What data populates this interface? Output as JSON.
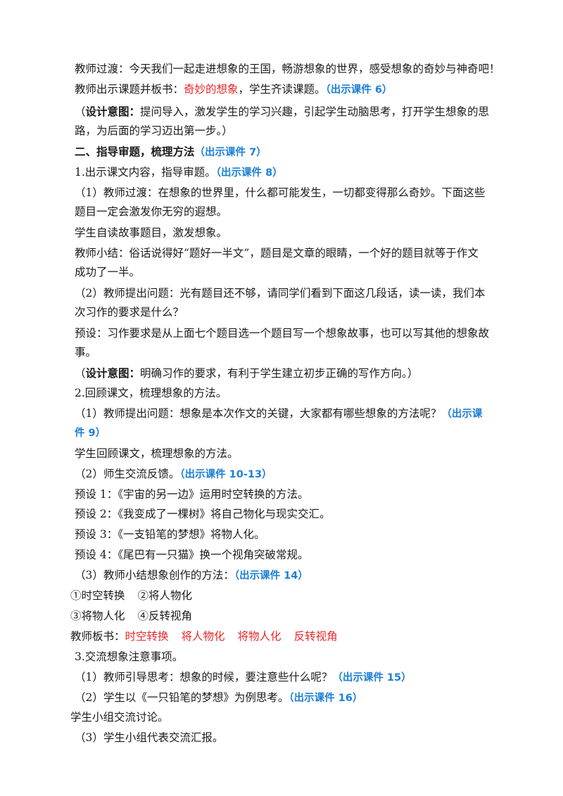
{
  "lines": {
    "l1": "教师过渡：今天我们一起走进想象的王国，畅游想象的世界，感受想象的奇妙与神奇吧！",
    "l2a": "教师出示课题并板书：",
    "l2b": "奇妙的想象",
    "l2c": "，学生齐读课题。",
    "l2d": "（出示课件 6）",
    "l3a": "（",
    "l3b": "设计意图：",
    "l3c": "提问导入，激发学生的学习兴趣，引起学生动脑思考，打开学生想象的思",
    "l4": "路，为后面的学习迈出第一步。）",
    "l5a": "二、指导审题，梳理方法",
    "l5b": "（出示课件 7）",
    "l6a": "1.出示课文内容，指导审题。",
    "l6b": "（出示课件 8）",
    "l7": "（1）教师过渡：在想象的世界里，什么都可能发生，一切都变得那么奇妙。下面这些",
    "l8": "题目一定会激发你无穷的遐想。",
    "l9": "学生自读故事题目，激发想象。",
    "l10": "教师小结：俗话说得好“题好一半文”，题目是文章的眼睛，一个好的题目就等于作文",
    "l11": "成功了一半。",
    "l12": "（2）教师提出问题：光有题目还不够，请同学们看到下面这几段话，读一读，我们本",
    "l13": "次习作的要求是什么？",
    "l14": "预设：习作要求是从上面七个题目选一个题目写一个想象故事，也可以写其他的想象故",
    "l15": "事。",
    "l16a": "（",
    "l16b": "设计意图：",
    "l16c": "明确习作的要求，有利于学生建立初步正确的写作方向。）",
    "l17": "2.回顾课文，梳理想象的方法。",
    "l18a": "（1）教师提出问题：想象是本次作文的关键，大家都有哪些想象的方法呢？",
    "l18b": "（出示课",
    "l19": "件 9）",
    "l20": "学生回顾课文，梳理想象的方法。",
    "l21a": "（2）师生交流反馈。",
    "l21b": "（出示课件 10-13）",
    "l22": "预设 1：《宇宙的另一边》运用时空转换的方法。",
    "l23": "预设 2：《我变成了一棵树》将自己物化与现实交汇。",
    "l24": "预设 3：《一支铅笔的梦想》将物人化。",
    "l25": "预设 4：《尾巴有一只猫》换一个视角突破常规。",
    "l26a": "（3）教师小结想象创作的方法：",
    "l26b": "（出示课件 14）",
    "l27a": "①时空转换",
    "l27b": "②将人物化",
    "l28a": "③将物人化",
    "l28b": "④反转视角",
    "l29a": "教师板书：",
    "l29b": "时空转换",
    "l29c": "将人物化",
    "l29d": "将物人化",
    "l29e": "反转视角",
    "l30": "3.交流想象注意事项。",
    "l31a": "（1）教师引导思考：想象的时候，要注意些什么呢？",
    "l31b": "（出示课件 15）",
    "l32a": "（2）学生以《一只铅笔的梦想》为例思考。",
    "l32b": "（出示课件 16）",
    "l33": "学生小组交流讨论。",
    "l34": "（3）学生小组代表交流汇报。"
  },
  "colors": {
    "highlight_red": "#e8262a",
    "courseware_blue": "#1d7fd6",
    "text": "#1a1a1a"
  }
}
